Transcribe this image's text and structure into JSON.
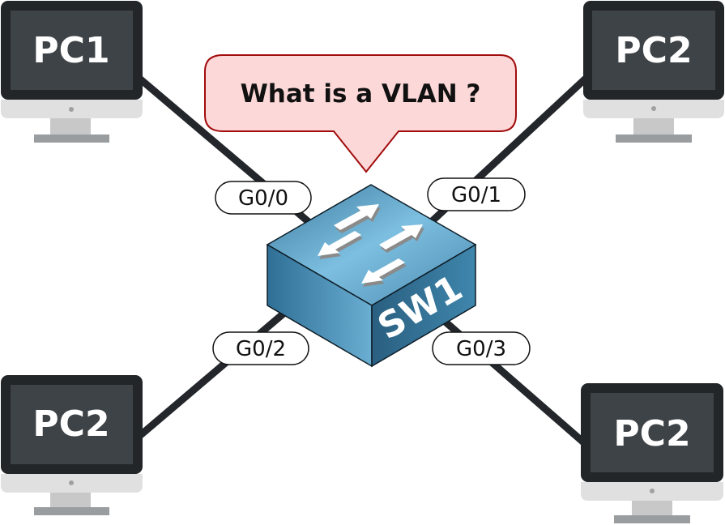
{
  "diagram": {
    "question": "What is a VLAN ?",
    "switch": {
      "name": "SW1"
    },
    "pcs": [
      {
        "id": "top-left",
        "label": "PC1",
        "port": "G0/0"
      },
      {
        "id": "top-right",
        "label": "PC2",
        "port": "G0/1"
      },
      {
        "id": "bottom-left",
        "label": "PC2",
        "port": "G0/2"
      },
      {
        "id": "bottom-right",
        "label": "PC2",
        "port": "G0/3"
      }
    ],
    "colors": {
      "cable": "#23272b",
      "monitor_bezel": "#222629",
      "monitor_screen": "#3e4347",
      "monitor_chin": "#e0e0e0",
      "monitor_stand": "#c8c8c8",
      "monitor_base": "#9a9da0",
      "bubble_fill": "#fdd8d8",
      "bubble_border": "#a10d0d",
      "switch_top": "#5fa0c4",
      "switch_left": "#3f82a8",
      "switch_right": "#2f6a8c"
    }
  }
}
